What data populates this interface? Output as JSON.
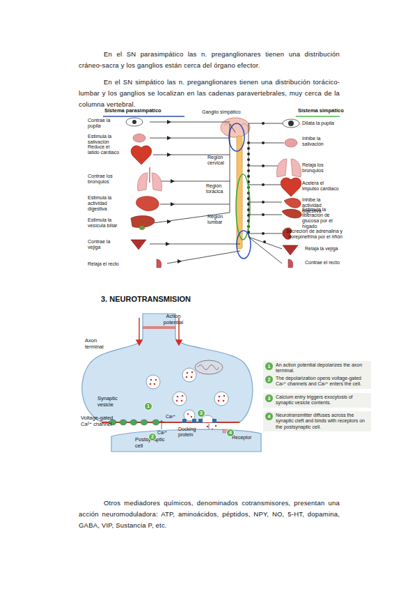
{
  "diagram": {
    "nodes": [
      {
        "text": [
          "1"
        ]
      },
      {
        "text": [
          "2"
        ]
      },
      {
        "text": [
          "3"
        ]
      },
      {
        "text": [
          "4"
        ]
      },
      {
        "text": [
          "1",
          "An action potential depolarizes the axon terminal."
        ]
      },
      {
        "text": [
          "2",
          "The depolarization opens voltage-gated Ca²⁺ channels and Ca²⁺ enters the cell."
        ]
      },
      {
        "text": [
          "3",
          "Calcium entry triggers exocytosis of synaptic vesicle contents."
        ]
      },
      {
        "text": [
          "4",
          "Neurotransmitter diffuses across the synaptic cleft and binds with receptors on the postsynaptic cell."
        ]
      }
    ],
    "labels": [
      "En el SN parasimpático las n. preganglionares tienen una distribución cráneo-sacra y los ganglios están cerca del órgano efector.",
      "En el SN simpático las n. preganglionares tienen una distribución torácico-lumbar y los ganglios se localizan en las cadenas paravertebrales, muy cerca de la columna vertebral.",
      "Sistema parasimpático",
      "Ganglio simpático",
      "Sistema simpático",
      "Contrae la pupila",
      "Estimula la salivación",
      "Reduce el latido cardiaco",
      "Contrae los bronquios",
      "Estimula la actividad digestiva",
      "Estimula la vesícula biliar",
      "Contrae la vejiga",
      "Relaja el recto",
      "Región cervical",
      "Región torácica",
      "Región lumbar",
      "Dilata la pupila",
      "Inhibe la salivación",
      "Relaja los bronquios",
      "Acelera el impulso cardiaco",
      "Inhibe la actividad digestiva",
      "Estimula la liberación de glucosa por el hígado",
      "Secreción de adrenalina y norepinefrina por el riñón",
      "Relaja la vejiga",
      "Contrae el recto",
      "3. NEUROTRANSMISION",
      "Action potential",
      "Axon terminal",
      "Synaptic vesicle",
      "Ca²⁺",
      "Voltage-gated Ca²⁺ channel",
      "Ca²⁺",
      "Docking protein",
      "Receptor",
      "Postsynaptic cell",
      "Otros mediadores químicos, denominados cotransmisores, presentan una acción neuromoduladora: ATP, aminoácidos, péptidos, NPY, NO, 5-HT, dopamina, GABA, VIP, Sustancia P, etc."
    ]
  }
}
